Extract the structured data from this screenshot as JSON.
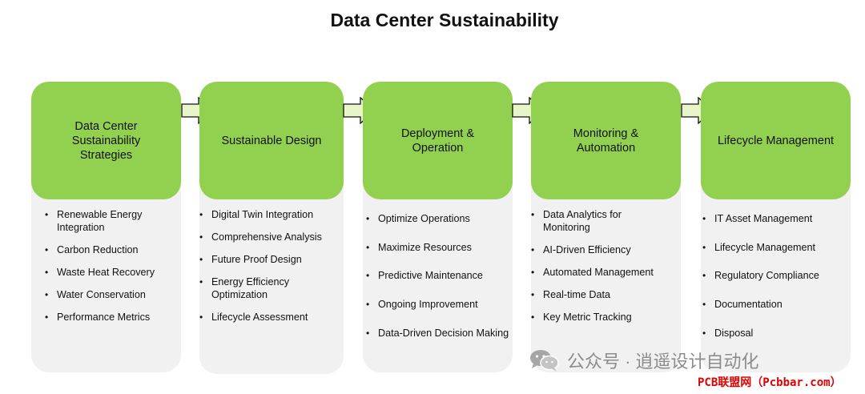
{
  "title": "Data Center Sustainability",
  "colors": {
    "green": "#92d050",
    "list_bg": "#f1f1f1",
    "arrow_fill": "#e8f6c7",
    "arrow_stroke": "#111111",
    "footer_red": "#e00000"
  },
  "stages": [
    {
      "heading_lines": [
        "Data Center",
        "Sustainability Strategies"
      ],
      "items": [
        "Renewable Energy Integration",
        "Carbon Reduction",
        "Waste Heat Recovery",
        "Water Conservation",
        "Performance Metrics"
      ]
    },
    {
      "heading_lines": [
        "Sustainable Design"
      ],
      "items": [
        "Digital Twin Integration",
        "Comprehensive Analysis",
        "Future Proof Design",
        "Energy Efficiency Optimization",
        "Lifecycle Assessment"
      ]
    },
    {
      "heading_lines": [
        "Deployment &",
        "Operation"
      ],
      "items": [
        "Optimize Operations",
        "Maximize Resources",
        "Predictive Maintenance",
        "Ongoing Improvement",
        "Data-Driven Decision Making"
      ]
    },
    {
      "heading_lines": [
        "Monitoring &",
        "Automation"
      ],
      "items": [
        "Data Analytics for Monitoring",
        "AI-Driven Efficiency",
        "Automated Management",
        "Real-time Data",
        "Key Metric Tracking"
      ]
    },
    {
      "heading_lines": [
        "Lifecycle Management"
      ],
      "items": [
        "IT Asset Management",
        "Lifecycle Management",
        "Regulatory Compliance",
        "Documentation",
        "Disposal"
      ]
    }
  ],
  "watermark": {
    "text": "公众号 · 逍遥设计自动化",
    "icon": "wechat-icon"
  },
  "footer": {
    "text": "PCB联盟网（Pcbbar.com）"
  }
}
